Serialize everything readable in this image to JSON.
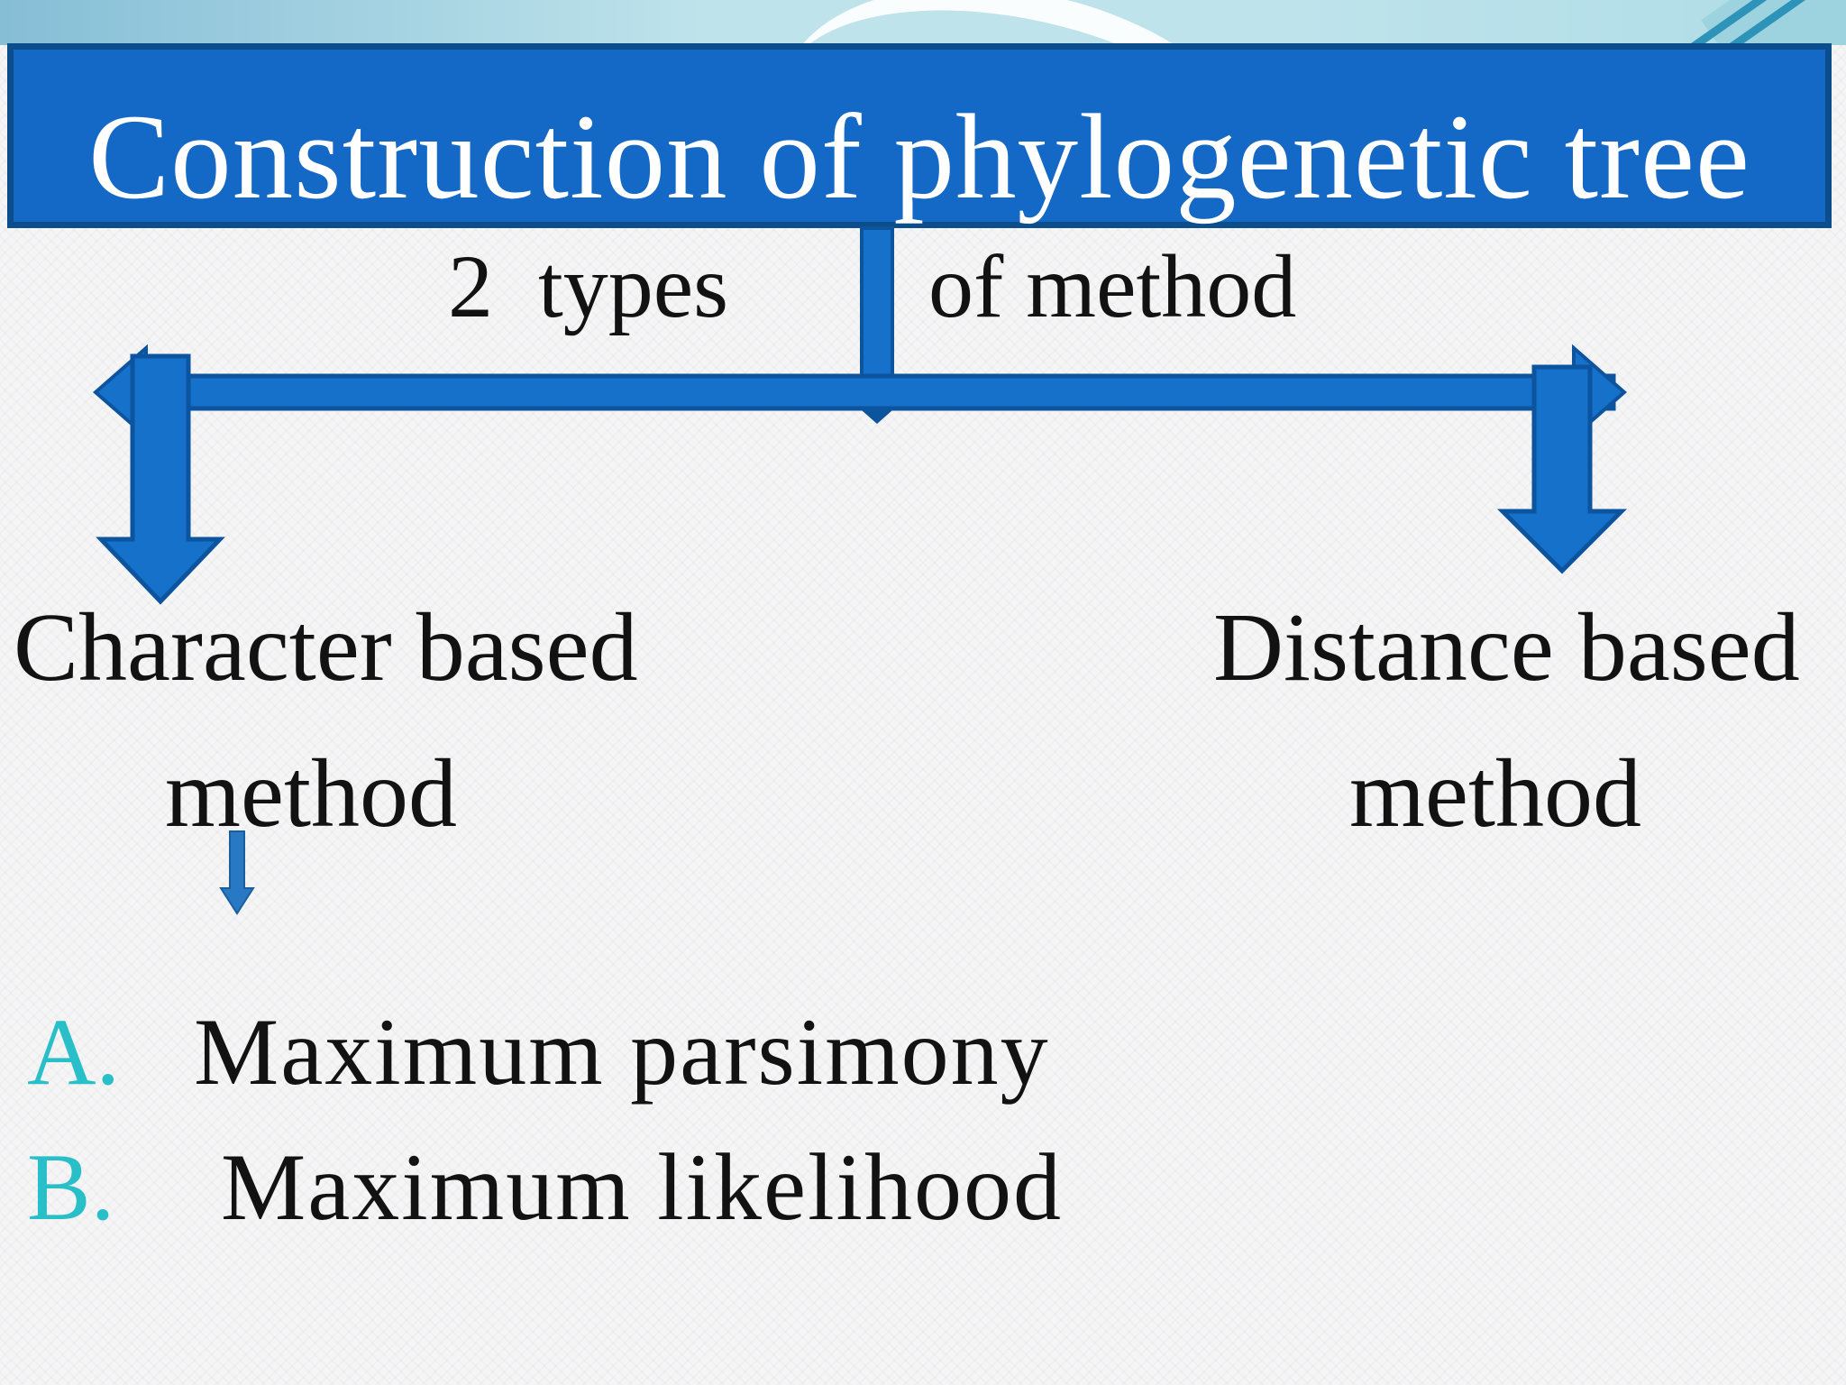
{
  "slide": {
    "title": "Construction of phylogenetic tree",
    "split": {
      "left_label": "2  types",
      "right_label": "of method"
    },
    "left_branch": {
      "line1": "Character based",
      "line2": "method"
    },
    "right_branch": {
      "line1": "Distance based",
      "line2": "method"
    },
    "methods_list": [
      {
        "marker": "A.",
        "label": "Maximum parsimony"
      },
      {
        "marker": "B.",
        "label": "Maximum likelihood"
      }
    ],
    "colors": {
      "bg": "#F5F5F6",
      "banner_fill": "#1468C6",
      "banner_border": "#0C4D8C",
      "shape_fill": "#1571CA",
      "shape_border": "#0D549E",
      "marker": "#29BFC9",
      "band_left": "#86BED6",
      "band_mid": "#BEE3EB",
      "band_right": "#AFDCE7",
      "stripe": "#2E93B8",
      "wedge": "#9DD3DF",
      "small_arrow_fill": "#2878C4",
      "small_arrow_border": "#1A5E9E",
      "text": "#121212"
    }
  }
}
